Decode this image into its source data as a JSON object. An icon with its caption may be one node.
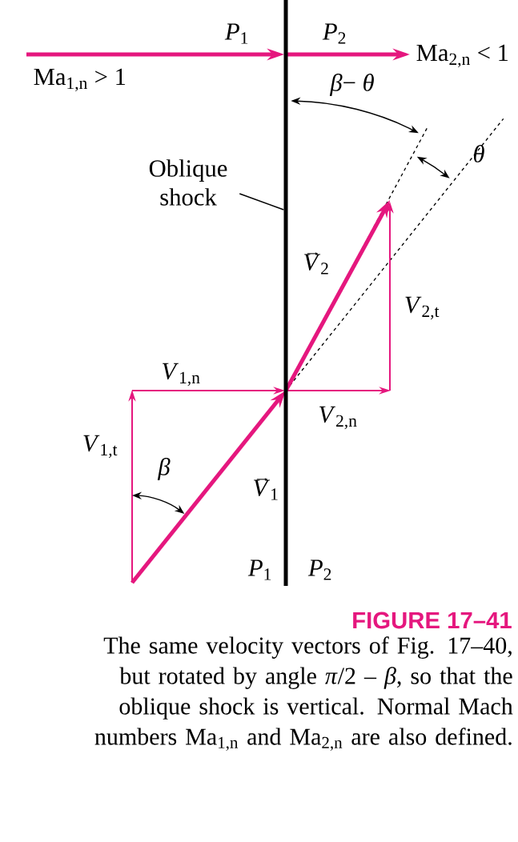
{
  "diagram": {
    "title": "FIGURE 17–41",
    "caption": "The same velocity vectors of Fig. 17–40, but rotated by angle *π*/2 – *β*, so that the oblique shock is vertical. Normal Mach numbers Ma$_{1,n}$ and Ma$_{2,n}$ are also defined.",
    "nodes": [
      {
        "text": [
          "Oblique shock"
        ]
      },
      {
        "text": [],
        "shape": "line"
      }
    ],
    "edges": [
      {
        "from": 0,
        "to": 1,
        "arrow": "none"
      }
    ],
    "labels": [
      "*P*$_{1}$",
      "*P*$_{2}$",
      "Ma$_{2,n}$ < 1",
      "Ma$_{1,n}$ > 1",
      "*β*− *θ*",
      "*θ*",
      "*V*$_{2}$",
      "*V*$_{2,t}$",
      "*V*$_{1,n}$",
      "*V*$_{2,n}$",
      "*V*$_{1,t}$",
      "*β*",
      "*V*$_{1}$",
      "*P*$_{1}$",
      "*P*$_{2}$"
    ]
  }
}
